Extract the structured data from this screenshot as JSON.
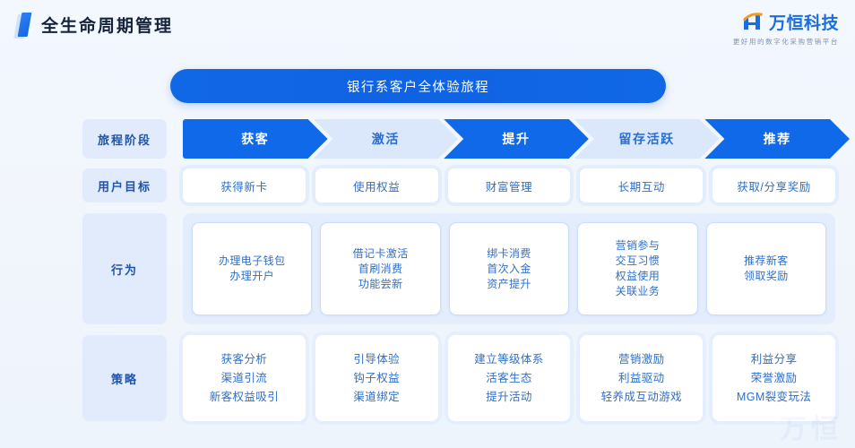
{
  "header": {
    "page_title": "全生命周期管理",
    "accent_color": "#1668e3",
    "logo": {
      "name": "万恒科技",
      "tagline": "更好用的数字化采购营销平台",
      "mark_icon": "h-monogram-icon"
    }
  },
  "banner": {
    "text": "银行系客户全体验旅程"
  },
  "colors": {
    "page_background": "#f2f6fd",
    "stage_active": "#1069e8",
    "stage_inactive": "#dbe8fb",
    "label_pill": "#e2ebfb",
    "text_blue": "#2f6fc9"
  },
  "rows": {
    "stage": {
      "label": "旅程阶段",
      "items": [
        {
          "label": "获客",
          "style": "dark"
        },
        {
          "label": "激活",
          "style": "light"
        },
        {
          "label": "提升",
          "style": "dark"
        },
        {
          "label": "留存活跃",
          "style": "light"
        },
        {
          "label": "推荐",
          "style": "dark"
        }
      ]
    },
    "goal": {
      "label": "用户目标",
      "items": [
        {
          "label": "获得新卡"
        },
        {
          "label": "使用权益"
        },
        {
          "label": "财富管理"
        },
        {
          "label": "长期互动"
        },
        {
          "label": "获取/分享奖励"
        }
      ]
    },
    "behavior": {
      "label": "行为",
      "items": [
        {
          "lines": "办理电子钱包\n办理开户"
        },
        {
          "lines": "借记卡激活\n首刷消费\n功能尝新"
        },
        {
          "lines": "绑卡消费\n首次入金\n资产提升"
        },
        {
          "lines": "营销参与\n交互习惯\n权益使用\n关联业务"
        },
        {
          "lines": "推荐新客\n领取奖励"
        }
      ]
    },
    "strategy": {
      "label": "策略",
      "items": [
        {
          "lines": "获客分析\n渠道引流\n新客权益吸引"
        },
        {
          "lines": "引导体验\n钩子权益\n渠道绑定"
        },
        {
          "lines": "建立等级体系\n活客生态\n提升活动"
        },
        {
          "lines": "营销激励\n利益驱动\n轻养成互动游戏"
        },
        {
          "lines": "利益分享\n荣誉激励\nMGM裂变玩法"
        }
      ]
    }
  },
  "watermark": {
    "text": "万恒"
  }
}
